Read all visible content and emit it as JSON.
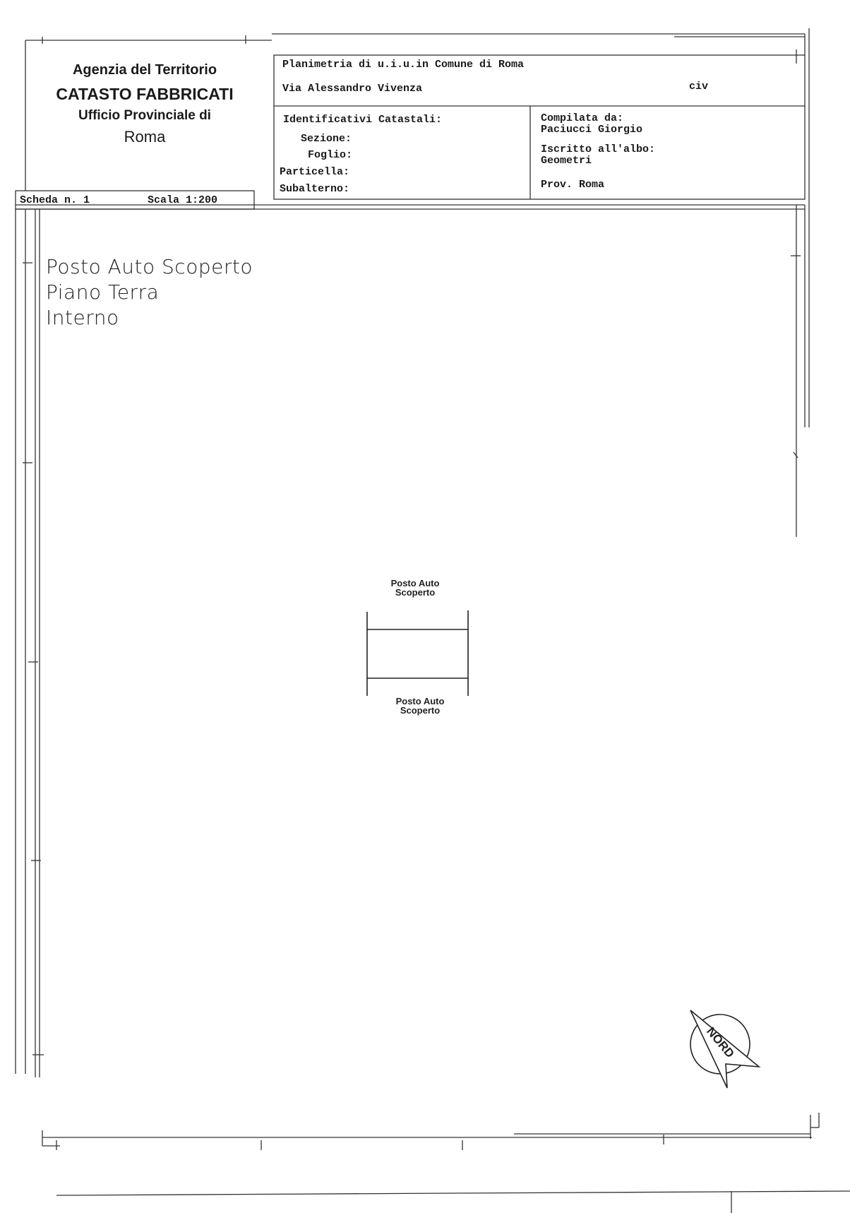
{
  "header": {
    "agency": "Agenzia del Territorio",
    "department": "CATASTO FABBRICATI",
    "office": "Ufficio Provinciale di",
    "city": "Roma",
    "sheet": "Scheda n. 1",
    "scale": "Scala 1:200",
    "plan_title": "Planimetria di u.i.u.in Comune di Roma",
    "street": "Via Alessandro Vivenza",
    "civic": "civ",
    "identifiers_heading": "Identificativi Catastali:",
    "section_label": "Sezione:",
    "sheet_label": "Foglio:",
    "parcel_label": "Particella:",
    "subunit_label": "Subalterno:",
    "compiled_by_label": "Compilata da:",
    "compiler_name": "Paciucci Giorgio",
    "registered_label": "Iscritto all'albo:",
    "registered_value": "Geometri",
    "province": "Prov. Roma"
  },
  "plan": {
    "title_line1": "Posto Auto Scoperto",
    "title_line2": "Piano Terra",
    "title_line3": "Interno",
    "label_top_1": "Posto Auto",
    "label_top_2": "Scoperto",
    "label_bottom_1": "Posto Auto",
    "label_bottom_2": "Scoperto",
    "north": "NORD"
  }
}
